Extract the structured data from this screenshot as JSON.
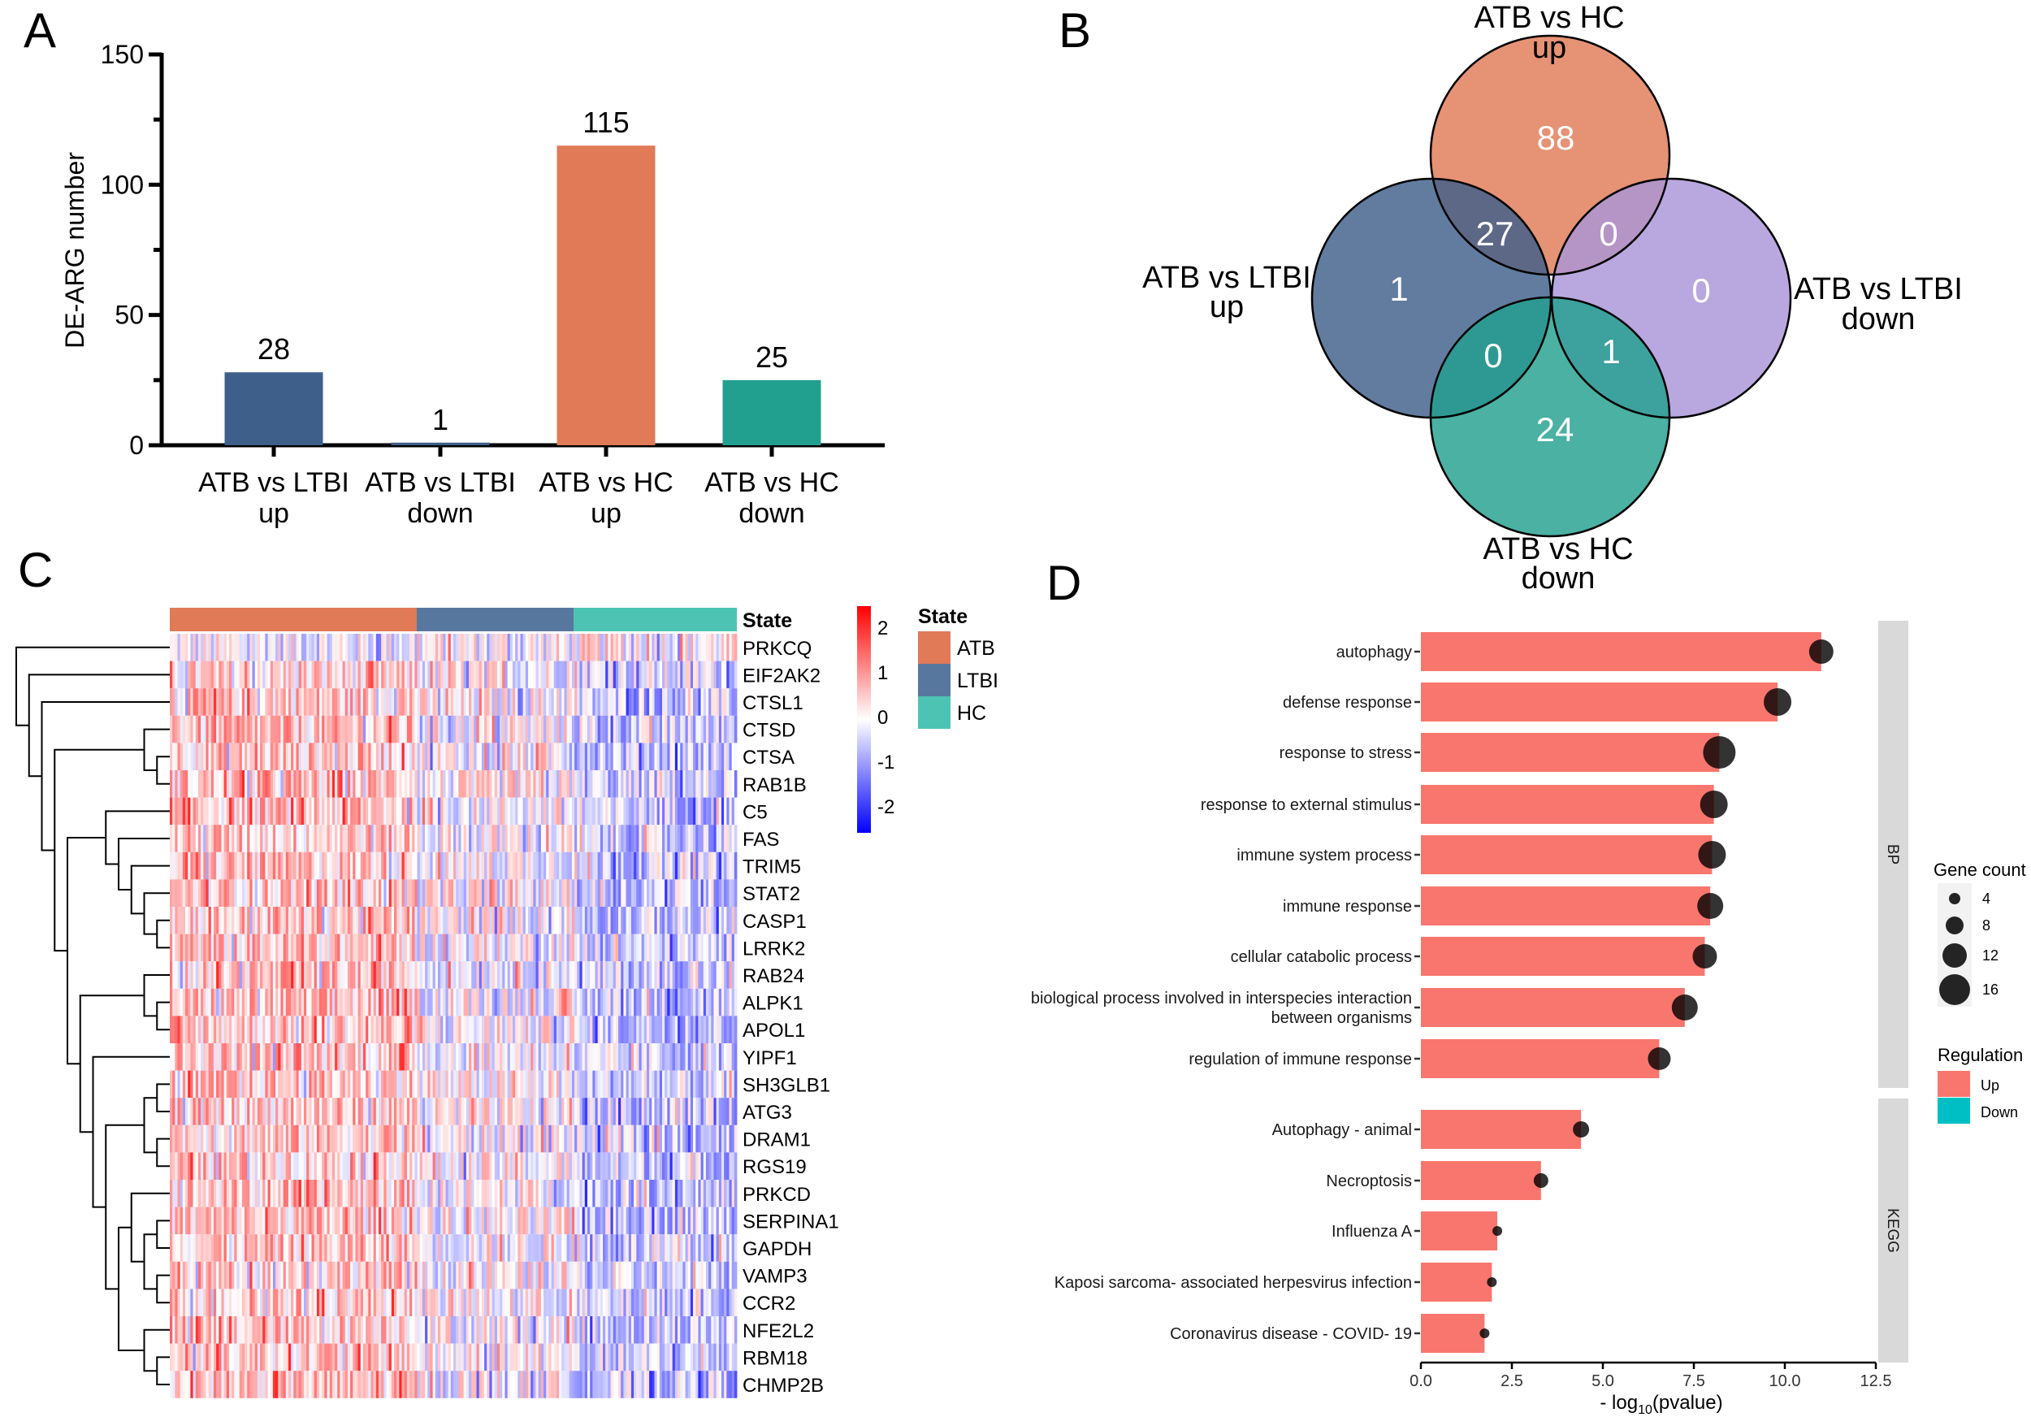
{
  "panel_letters": [
    "A",
    "B",
    "C",
    "D"
  ],
  "chart_data": [
    {
      "panel": "A",
      "type": "bar",
      "ylabel": "DE-ARG number",
      "ylim": [
        0,
        150
      ],
      "yticks": [
        "0",
        "50",
        "100",
        "150"
      ],
      "categories": [
        [
          "ATB vs LTBI",
          "up"
        ],
        [
          "ATB vs LTBI",
          "down"
        ],
        [
          "ATB vs HC",
          "up"
        ],
        [
          "ATB vs HC",
          "down"
        ]
      ],
      "values": [
        28,
        1,
        115,
        25
      ],
      "data_labels": [
        "28",
        "1",
        "115",
        "25"
      ],
      "colors": [
        "#3e5f8a",
        "#3e5f8a",
        "#e07a57",
        "#22a08f"
      ]
    },
    {
      "panel": "B",
      "type": "venn",
      "sets": [
        {
          "name": [
            "ATB vs HC",
            "up"
          ],
          "color": "#e07a57"
        },
        {
          "name": [
            "ATB vs LTBI",
            "up"
          ],
          "color": "#3e5f8a"
        },
        {
          "name": [
            "ATB vs LTBI",
            "down"
          ],
          "color": "#a995d8"
        },
        {
          "name": [
            "ATB vs HC",
            "down"
          ],
          "color": "#22a08f"
        }
      ],
      "regions": [
        {
          "sets": [
            "ATB vs HC up"
          ],
          "count": "88"
        },
        {
          "sets": [
            "ATB vs HC up",
            "ATB vs LTBI up"
          ],
          "count": "27"
        },
        {
          "sets": [
            "ATB vs HC up",
            "ATB vs LTBI down"
          ],
          "count": "0"
        },
        {
          "sets": [
            "ATB vs LTBI up"
          ],
          "count": "1"
        },
        {
          "sets": [
            "ATB vs LTBI down"
          ],
          "count": "0"
        },
        {
          "sets": [
            "ATB vs LTBI up",
            "ATB vs HC down"
          ],
          "count": "0"
        },
        {
          "sets": [
            "ATB vs LTBI down",
            "ATB vs HC down"
          ],
          "count": "1"
        },
        {
          "sets": [
            "ATB vs HC down"
          ],
          "count": "24"
        }
      ]
    },
    {
      "panel": "C",
      "type": "heatmap",
      "genes": [
        "PRKCQ",
        "EIF2AK2",
        "CTSL1",
        "CTSD",
        "CTSA",
        "RAB1B",
        "C5",
        "FAS",
        "TRIM5",
        "STAT2",
        "CASP1",
        "LRRK2",
        "RAB24",
        "ALPK1",
        "APOL1",
        "YIPF1",
        "SH3GLB1",
        "ATG3",
        "DRAM1",
        "RGS19",
        "PRKCD",
        "SERPINA1",
        "GAPDH",
        "VAMP3",
        "CCR2",
        "NFE2L2",
        "RBM18",
        "CHMP2B"
      ],
      "annotation_title": "State",
      "groups": [
        {
          "name": "ATB",
          "color": "#e07a57"
        },
        {
          "name": "LTBI",
          "color": "#57779f"
        },
        {
          "name": "HC",
          "color": "#4dc4b3"
        }
      ],
      "color_scale": {
        "ticks": [
          "2",
          "1",
          "0",
          "-1",
          "-2"
        ],
        "low": "#0000ff",
        "mid": "#ffffff",
        "high": "#ff0000",
        "range": [
          -2.5,
          2.5
        ]
      },
      "legend_title": "State"
    },
    {
      "panel": "D",
      "type": "bar",
      "orientation": "horizontal",
      "xlabel": "- log10(pvalue)",
      "xlabel_main": "- log",
      "xlabel_sub": "10",
      "xlabel_tail": "(pvalue)",
      "xlim": [
        0,
        12.5
      ],
      "xticks": [
        "0.0",
        "2.5",
        "5.0",
        "7.5",
        "10.0",
        "12.5"
      ],
      "facets": [
        {
          "name": "BP",
          "terms": [
            {
              "label": [
                "autophagy"
              ],
              "value": 11.0,
              "gene_count": 12
            },
            {
              "label": [
                "defense response"
              ],
              "value": 9.8,
              "gene_count": 14
            },
            {
              "label": [
                "response to stress"
              ],
              "value": 8.2,
              "gene_count": 17
            },
            {
              "label": [
                "response to external stimulus"
              ],
              "value": 8.05,
              "gene_count": 14
            },
            {
              "label": [
                "immune system process"
              ],
              "value": 8.0,
              "gene_count": 14
            },
            {
              "label": [
                "immune response"
              ],
              "value": 7.95,
              "gene_count": 13
            },
            {
              "label": [
                "cellular catabolic process"
              ],
              "value": 7.8,
              "gene_count": 12
            },
            {
              "label": [
                "biological process involved in interspecies interaction",
                "between organisms"
              ],
              "value": 7.25,
              "gene_count": 13
            },
            {
              "label": [
                "regulation of immune response"
              ],
              "value": 6.55,
              "gene_count": 11
            }
          ]
        },
        {
          "name": "KEGG",
          "terms": [
            {
              "label": [
                "Autophagy -  animal"
              ],
              "value": 4.4,
              "gene_count": 7
            },
            {
              "label": [
                "Necroptosis"
              ],
              "value": 3.3,
              "gene_count": 6
            },
            {
              "label": [
                "Influenza A"
              ],
              "value": 2.1,
              "gene_count": 3
            },
            {
              "label": [
                "Kaposi sarcoma- associated herpesvirus infection"
              ],
              "value": 1.95,
              "gene_count": 3
            },
            {
              "label": [
                "Coronavirus disease -  COVID- 19"
              ],
              "value": 1.75,
              "gene_count": 3
            }
          ]
        }
      ],
      "legend_size": {
        "title": "Gene count",
        "values": [
          "4",
          "8",
          "12",
          "16"
        ]
      },
      "legend_color": {
        "title": "Regulation",
        "items": [
          {
            "name": "Up",
            "color": "#f8766d"
          },
          {
            "name": "Down",
            "color": "#00bfc4"
          }
        ]
      }
    }
  ]
}
